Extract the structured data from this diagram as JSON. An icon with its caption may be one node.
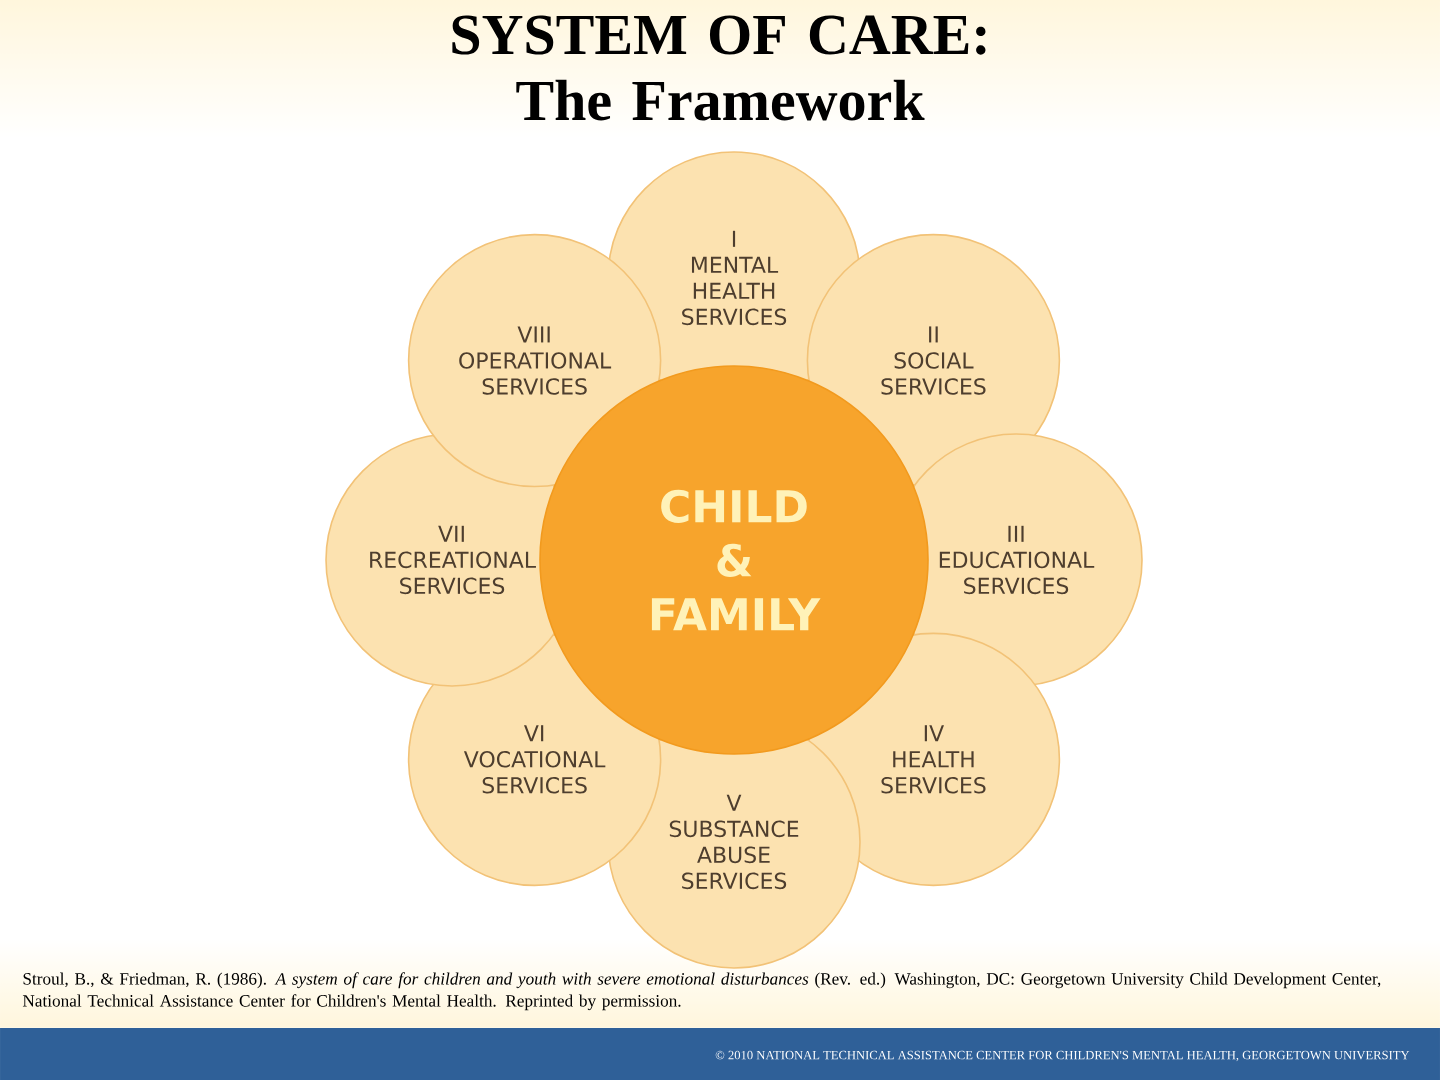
{
  "diagram": {
    "title": "SYSTEM OF CARE: The Framework",
    "nodes": [
      {
        "text": [
          "CHILD & FAMILY"
        ]
      },
      {
        "text": [
          "I",
          "MENTAL HEALTH SERVICES"
        ]
      },
      {
        "text": [
          "II",
          "SOCIAL SERVICES"
        ]
      },
      {
        "text": [
          "III",
          "EDUCATIONAL SERVICES"
        ]
      },
      {
        "text": [
          "IV",
          "HEALTH SERVICES"
        ]
      },
      {
        "text": [
          "V",
          "SUBSTANCE ABUSE SERVICES"
        ]
      },
      {
        "text": [
          "VI",
          "VOCATIONAL SERVICES"
        ]
      },
      {
        "text": [
          "VII",
          "RECREATIONAL SERVICES"
        ]
      },
      {
        "text": [
          "VIII",
          "OPERATIONAL SERVICES"
        ]
      }
    ],
    "labels": [
      "Stroul, B., & Friedman, R. (1986). *A system of care for children and youth with severe emotional disturbances* (Rev. ed.) Washington, DC: Georgetown University Child Development Center, National Technical Assistance Center for Children's Mental Health. Reprinted by permission.",
      "© 2010 NATIONAL TECHNICAL ASSISTANCE CENTER FOR CHILDREN'S MENTAL HEALTH, GEORGETOWN UNIVERSITY"
    ]
  }
}
